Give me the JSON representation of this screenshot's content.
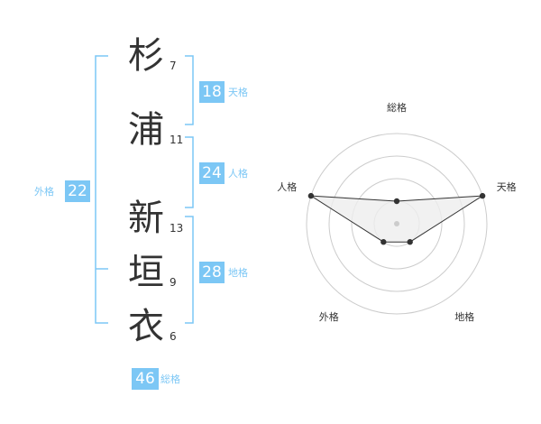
{
  "colors": {
    "accent": "#7cc7f5",
    "text": "#333333",
    "radar_fill": "#eeeeee",
    "radar_grid": "#cccccc"
  },
  "name": {
    "chars": [
      {
        "kanji": "杉",
        "strokes": "7"
      },
      {
        "kanji": "浦",
        "strokes": "11"
      },
      {
        "kanji": "新",
        "strokes": "13"
      },
      {
        "kanji": "垣",
        "strokes": "9"
      },
      {
        "kanji": "衣",
        "strokes": "6"
      }
    ]
  },
  "fortunes": {
    "tenkaku": {
      "value": "18",
      "label": "天格"
    },
    "jinkaku": {
      "value": "24",
      "label": "人格"
    },
    "chikaku": {
      "value": "28",
      "label": "地格"
    },
    "gaikaku": {
      "value": "22",
      "label": "外格"
    },
    "soukaku": {
      "value": "46",
      "label": "総格"
    }
  },
  "chart_data": {
    "type": "radar",
    "axes": [
      "総格",
      "天格",
      "地格",
      "外格",
      "人格"
    ],
    "rings": 4,
    "max": 4,
    "values": [
      1,
      4,
      1,
      1,
      4
    ]
  }
}
